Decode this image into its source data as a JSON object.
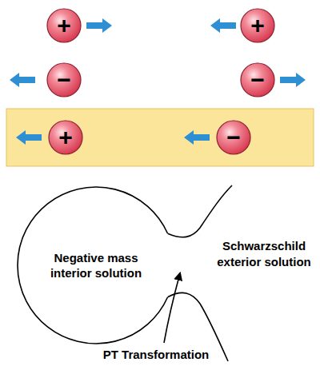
{
  "diagram": {
    "nodes": [
      {
        "text": [
          "+"
        ]
      },
      {
        "text": [
          "+"
        ]
      },
      {
        "text": [
          "−"
        ]
      },
      {
        "text": [
          "−"
        ]
      },
      {
        "text": [
          "+"
        ]
      },
      {
        "text": [
          "−"
        ]
      },
      {
        "text": [
          "Negative mass interior solution"
        ]
      }
    ],
    "labels": [
      "Schwarzschild exterior solution",
      "PT Transformation"
    ]
  }
}
